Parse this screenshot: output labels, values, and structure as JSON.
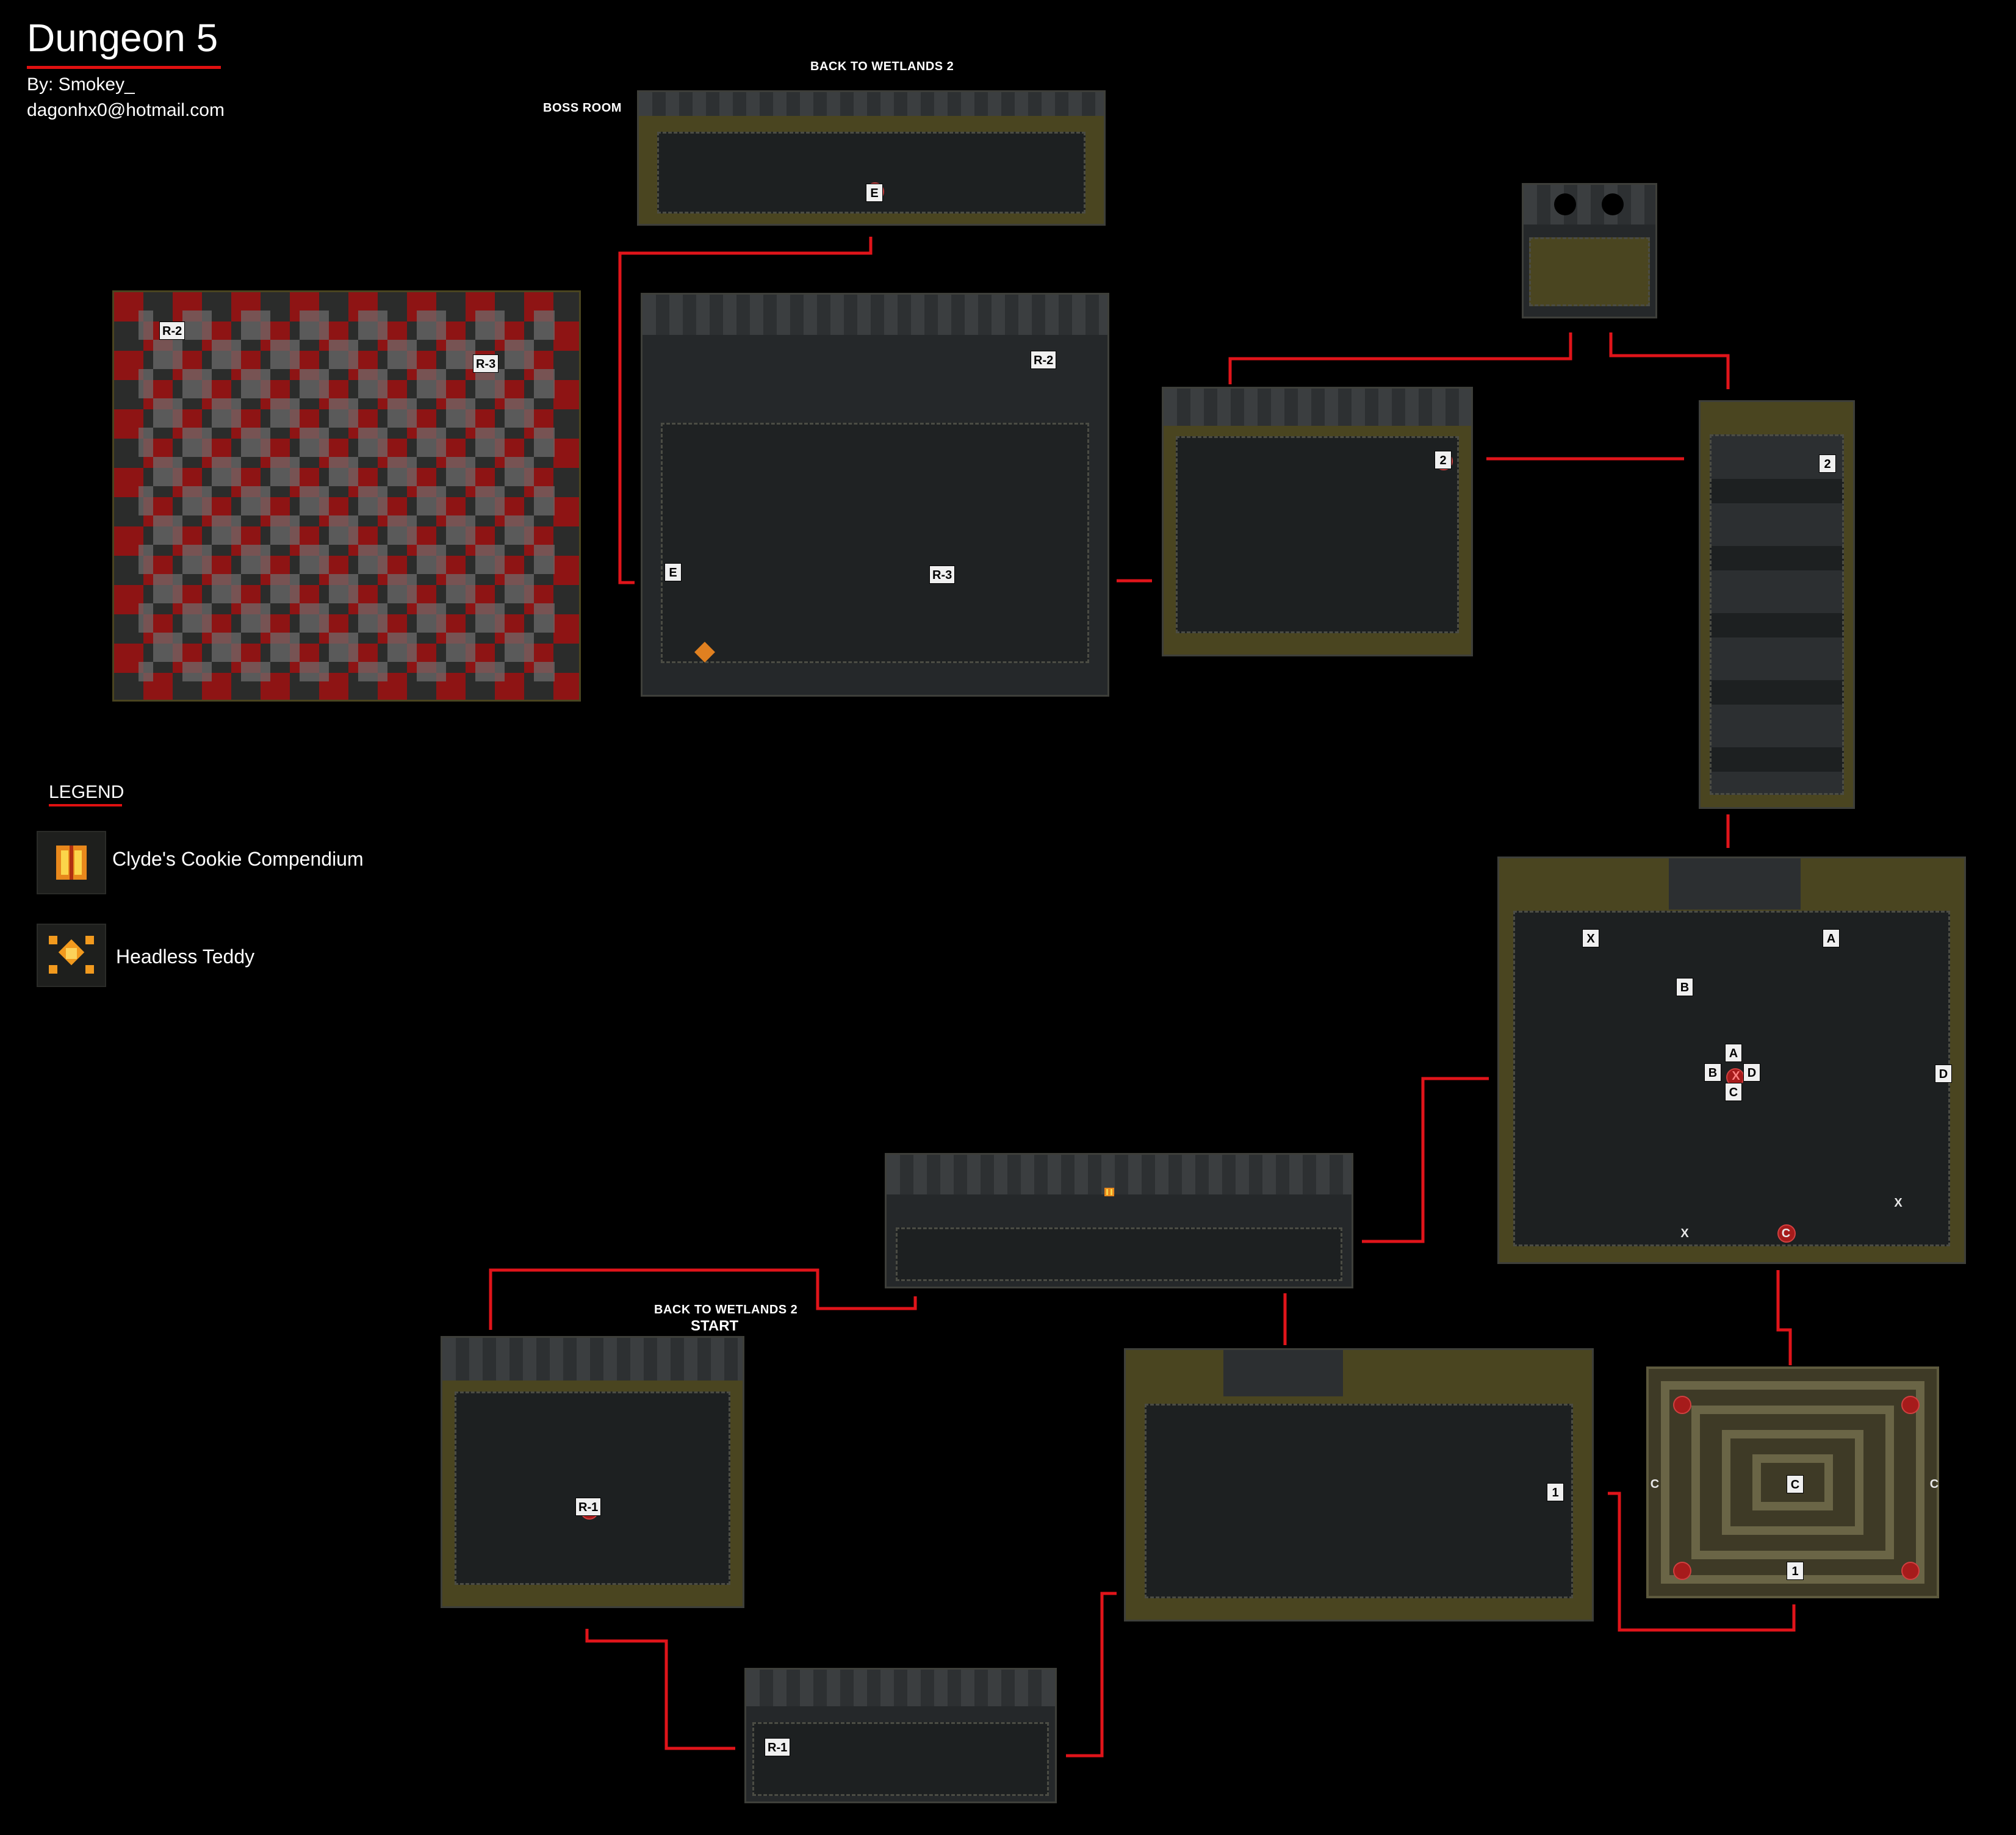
{
  "header": {
    "title": "Dungeon 5",
    "author": "By: Smokey_",
    "email": "dagonhx0@hotmail.com"
  },
  "labels": {
    "back_to_wetlands_top": "BACK TO WETLANDS 2",
    "boss_room": "BOSS ROOM",
    "back_to_wetlands_bottom": "BACK TO WETLANDS 2",
    "start": "START"
  },
  "legend": {
    "title": "LEGEND",
    "items": [
      {
        "icon": "book-icon",
        "label": "Clyde's Cookie Compendium"
      },
      {
        "icon": "teddy-icon",
        "label": "Headless Teddy"
      }
    ]
  },
  "markers": {
    "r2a": "R-2",
    "r3a": "R-3",
    "r2b": "R-2",
    "r3b": "R-3",
    "e1": "E",
    "e2": "E",
    "two1": "2",
    "two2": "2",
    "xa": "X",
    "a1": "A",
    "b1": "B",
    "a2": "A",
    "b2": "B",
    "x2": "X",
    "d1": "D",
    "c1": "C",
    "d2": "D",
    "x3": "X",
    "x4": "X",
    "c2": "C",
    "r1a": "R-1",
    "one1": "1",
    "r1b": "R-1",
    "c3": "C",
    "c4": "C",
    "c5": "C",
    "one2": "1"
  },
  "colors": {
    "connector": "#e0141a",
    "background": "#000000",
    "checker_red": "#8e1414",
    "room_floor": "#25282a",
    "olive": "#4a4520"
  }
}
